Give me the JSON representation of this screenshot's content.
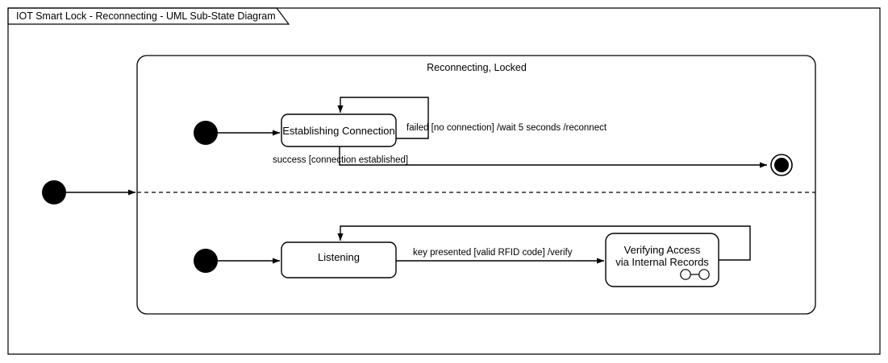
{
  "window": {
    "tab_title": "IOT Smart Lock - Reconnecting - UML Sub-State Diagram"
  },
  "diagram": {
    "type": "uml-sub-state-diagram",
    "composite_state": {
      "title": "Reconnecting, Locked",
      "regions": [
        {
          "name": "connection-region",
          "initial_node": "initial-state",
          "states": [
            {
              "id": "establishing-connection",
              "label": "Establishing Connection",
              "kind": "simple"
            }
          ],
          "final_node": "final-state",
          "transitions": [
            {
              "id": "initial-to-establishing",
              "from": "initial-state",
              "to": "establishing-connection",
              "label": ""
            },
            {
              "id": "establishing-self-loop",
              "from": "establishing-connection",
              "to": "establishing-connection",
              "label": "failed [no connection] /wait 5 seconds /reconnect"
            },
            {
              "id": "establishing-to-final",
              "from": "establishing-connection",
              "to": "final-state",
              "label": "success [connection established]"
            }
          ]
        },
        {
          "name": "access-region",
          "initial_node": "initial-state-2",
          "states": [
            {
              "id": "listening",
              "label": "Listening",
              "kind": "simple"
            },
            {
              "id": "verifying-access",
              "label_line1": "Verifying Access",
              "label_line2": "via Internal Records",
              "kind": "submachine",
              "icon": "submachine-icon"
            }
          ],
          "transitions": [
            {
              "id": "initial2-to-listening",
              "from": "initial-state-2",
              "to": "listening",
              "label": ""
            },
            {
              "id": "listening-to-verifying",
              "from": "listening",
              "to": "verifying-access",
              "label": "key presented [valid RFID code] /verify"
            },
            {
              "id": "verifying-to-listening",
              "from": "verifying-access",
              "to": "listening",
              "label": ""
            }
          ]
        }
      ]
    },
    "outer_initial_node": "outer-initial-state",
    "outer_transition": {
      "id": "outer-initial-to-composite",
      "label": ""
    }
  },
  "colors": {
    "stroke": "#000000",
    "background": "#ffffff",
    "node_fill": "#000000"
  }
}
